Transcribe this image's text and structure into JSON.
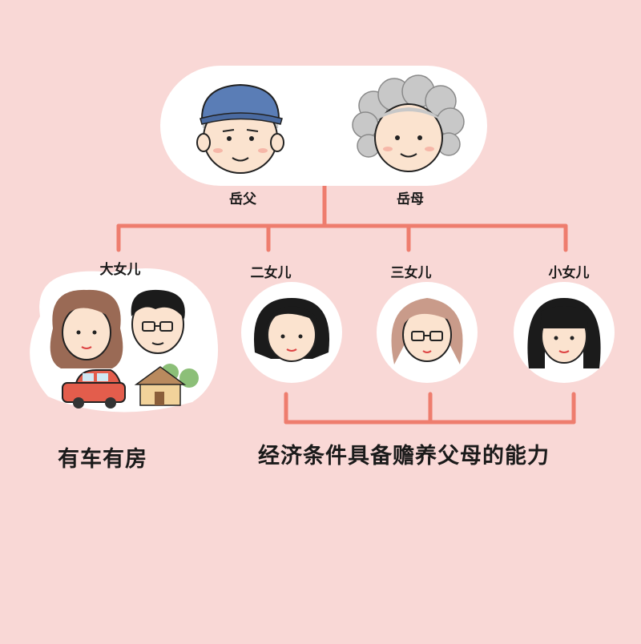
{
  "parents": {
    "father_in_law": "岳父",
    "mother_in_law": "岳母"
  },
  "daughters": [
    {
      "label": "大女儿"
    },
    {
      "label": "二女儿"
    },
    {
      "label": "三女儿"
    },
    {
      "label": "小女儿"
    }
  ],
  "notes": {
    "eldest": "有车有房",
    "others": "经济条件具备赡养父母的能力"
  },
  "colors": {
    "background": "#f9d8d6",
    "connector": "#ee7d6e",
    "bubble": "#ffffff",
    "hair_dark": "#1b1b1b",
    "hair_brown": "#9a6a55",
    "hair_gray": "#c8c8c8",
    "cap_blue": "#5a7db6",
    "skin": "#fbe3cf",
    "car_red": "#e35d4c"
  },
  "icons": [
    "car-icon",
    "house-icon",
    "glasses-icon",
    "cap-icon"
  ]
}
